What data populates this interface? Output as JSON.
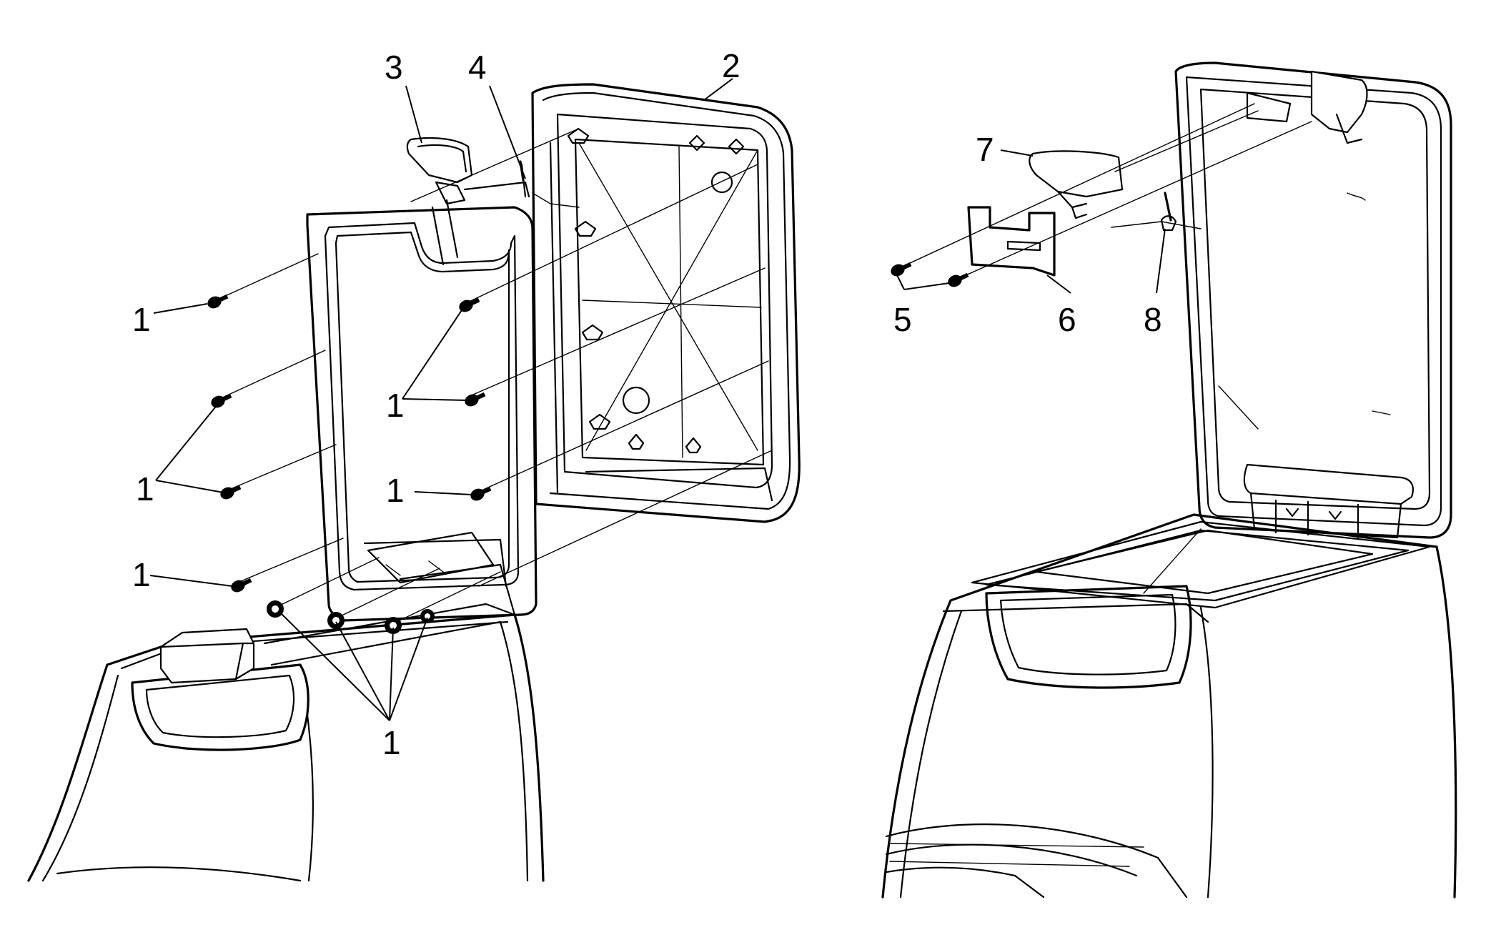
{
  "callouts": {
    "c1a": "1",
    "c1b": "1",
    "c1c": "1",
    "c1d": "1",
    "c1e": "1",
    "c1f": "1",
    "c2": "2",
    "c3": "3",
    "c4": "4",
    "c5": "5",
    "c6": "6",
    "c7": "7",
    "c8": "8"
  },
  "colors": {
    "line": "#000000",
    "background": "#ffffff"
  },
  "views": [
    "left-exploded-view",
    "right-assembled-view"
  ]
}
